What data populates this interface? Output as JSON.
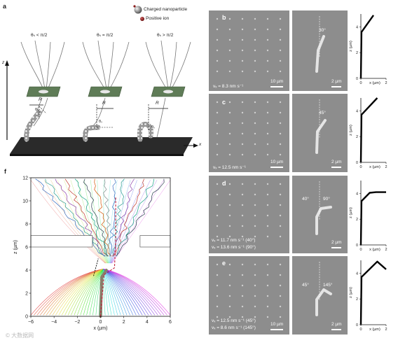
{
  "panel_a": {
    "label": "a",
    "legend": {
      "nanoparticle": "Charged nanoparticle",
      "ion": "Positive ion"
    },
    "conditions": [
      "θₛ < π/2",
      "θₛ = π/2",
      "θₛ > π/2"
    ],
    "R_label": "R",
    "theta_label": "θₛ",
    "axis_z": "z",
    "axis_x": "x"
  },
  "rows": [
    {
      "label": "b",
      "speed": [
        "vₓ = 8.3 nm s⁻¹"
      ],
      "scale_overview": "10 µm",
      "scale_zoom": "2 µm",
      "angles": [
        "30°"
      ]
    },
    {
      "label": "c",
      "speed": [
        "vₓ = 12.5 nm s⁻¹"
      ],
      "scale_overview": "10 µm",
      "scale_zoom": "2 µm",
      "angles": [
        "45°"
      ]
    },
    {
      "label": "d",
      "speed": [
        "vₓ = 11.7 nm s⁻¹ (40°)",
        "vₓ = 13.6 nm s⁻¹ (90°)"
      ],
      "scale_overview": "10 µm",
      "scale_zoom": "2 µm",
      "angles": [
        "40°",
        "90°"
      ]
    },
    {
      "label": "e",
      "speed": [
        "vₓ = 12.5 nm s⁻¹ (45°)",
        "vₓ = 8.6 nm s⁻¹ (145°)"
      ],
      "scale_overview": "10 µm",
      "scale_zoom": "2 µm",
      "angles": [
        "45°",
        "145°"
      ]
    }
  ],
  "chart_data": [
    {
      "type": "line",
      "panel": "b",
      "xlabel": "x (µm)",
      "ylabel": "z (µm)",
      "xlim": [
        0,
        2
      ],
      "ylim": [
        0,
        5
      ],
      "xticks": [
        "0",
        "2"
      ],
      "yticks": [
        "0",
        "2",
        "4"
      ],
      "x": [
        0,
        0.05,
        1.0
      ],
      "y": [
        0,
        3.6,
        4.9
      ]
    },
    {
      "type": "line",
      "panel": "c",
      "xlabel": "x (µm)",
      "ylabel": "z (µm)",
      "xlim": [
        0,
        2
      ],
      "ylim": [
        0,
        5
      ],
      "xticks": [
        "0",
        "2"
      ],
      "yticks": [
        "0",
        "2",
        "4"
      ],
      "x": [
        0,
        0.05,
        1.3
      ],
      "y": [
        0,
        3.7,
        5.0
      ]
    },
    {
      "type": "line",
      "panel": "d",
      "xlabel": "x (µm)",
      "ylabel": "z (µm)",
      "xlim": [
        0,
        2
      ],
      "ylim": [
        0,
        5
      ],
      "xticks": [
        "0",
        "2"
      ],
      "yticks": [
        "0",
        "2",
        "4"
      ],
      "x": [
        0,
        0.05,
        0.7,
        1.2,
        2.0
      ],
      "y": [
        0,
        3.4,
        4.05,
        4.1,
        4.1
      ]
    },
    {
      "type": "line",
      "panel": "e",
      "xlabel": "x (µm)",
      "ylabel": "z (µm)",
      "xlim": [
        0,
        2
      ],
      "ylim": [
        0,
        5
      ],
      "xticks": [
        "0",
        "2"
      ],
      "yticks": [
        "0",
        "2",
        "4"
      ],
      "x": [
        0,
        0.05,
        1.3,
        2.0
      ],
      "y": [
        0,
        3.7,
        4.9,
        4.3
      ]
    },
    {
      "type": "line",
      "panel": "f",
      "xlabel": "x (µm)",
      "ylabel": "z (µm)",
      "xlim": [
        -6,
        6
      ],
      "ylim": [
        0,
        12
      ],
      "xticks": [
        "−6",
        "−4",
        "−2",
        "0",
        "2",
        "4",
        "6"
      ],
      "yticks": [
        "0",
        "2",
        "4",
        "6",
        "8",
        "10",
        "12"
      ],
      "x": [
        0,
        0.3,
        1.2,
        1.3,
        1.3
      ],
      "y": [
        0,
        3.6,
        4.2,
        6.5,
        10.3
      ]
    }
  ],
  "panel_f": {
    "label": "f"
  },
  "watermark": "© 大数据网"
}
